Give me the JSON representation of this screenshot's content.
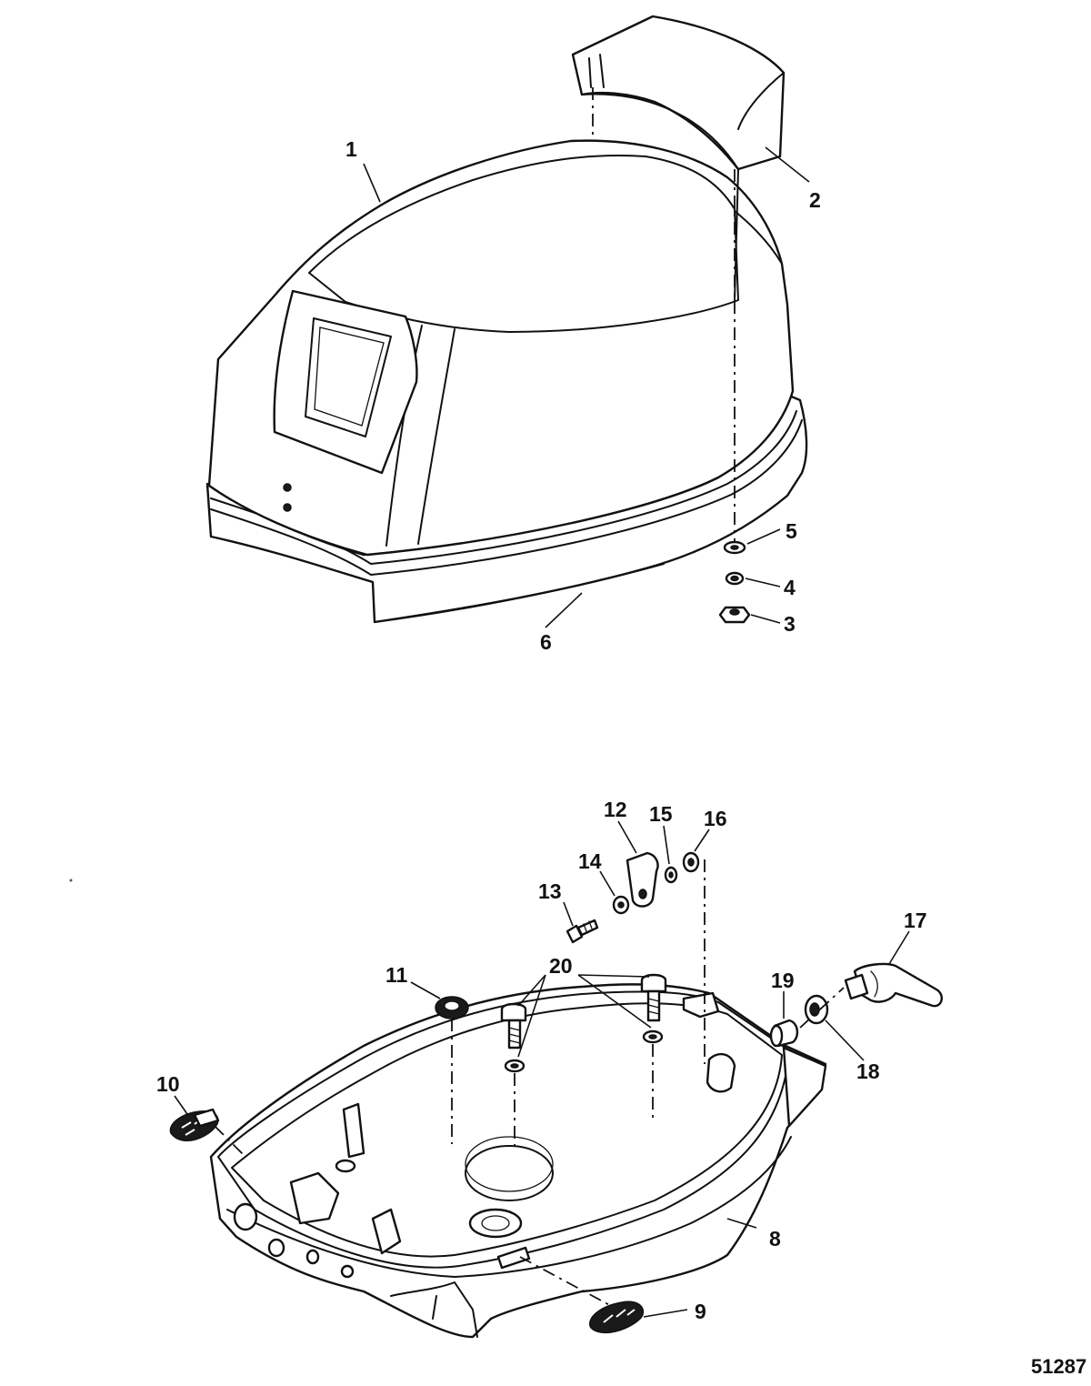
{
  "figure_number": "51287",
  "callouts": [
    "1",
    "2",
    "3",
    "4",
    "5",
    "6",
    "8",
    "9",
    "10",
    "11",
    "12",
    "13",
    "14",
    "15",
    "16",
    "17",
    "18",
    "19",
    "20"
  ]
}
